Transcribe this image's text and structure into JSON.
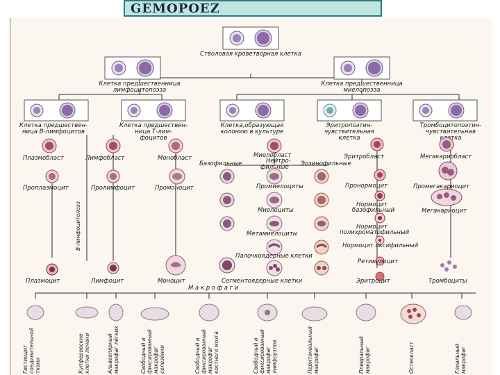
{
  "title": "GEMOPOEZ",
  "top": {
    "label": "Стволовая кроветворная клетка"
  },
  "level2": [
    {
      "key": "lymph",
      "lines": [
        "Клетка предшественница",
        "лимфоцитопоэза"
      ]
    },
    {
      "key": "myelo",
      "lines": [
        "Клетка предшественница",
        "миелопоэза"
      ]
    }
  ],
  "level3": [
    {
      "lines": [
        "Клетка предшествен-",
        "ница В-лимфоцитов"
      ]
    },
    {
      "lines": [
        "Клетка предшествен-",
        "ница Т-лим-",
        "фоцитов"
      ]
    },
    {
      "lines": [
        "Клетка,образующая",
        "колонию в культуре"
      ]
    },
    {
      "lines": [
        "Эритропоэтин-",
        "чувствительная",
        "клетка"
      ]
    },
    {
      "lines": [
        "Тромбоцитопоэтин-",
        "чувствительная",
        "клетка"
      ]
    }
  ],
  "cells": {
    "plasmoblast": "Плазмобласт",
    "lymphoblast": "Лимфобласт",
    "monoblast": "Монобласт",
    "myeloblast": "Миелобласт",
    "erythroblast": "Эритробласт",
    "megakaryoblast": "Мегакариобласт",
    "basophilic": "Базофильные",
    "neutrophilic": [
      "Нейтро-",
      "фильные"
    ],
    "eosinophilic": "Эозинофильные",
    "proplasmocyte": "Проплазмоцит",
    "prolymphocyte": "Пролимфоцит",
    "promonocyte": "Промоноцит",
    "promyelocytes": "Промиелоциты",
    "myelocytes": "Миелоциты",
    "metamyelocytes": "Метамиелоциты",
    "band_cells": "Палочкоядерные клетки",
    "pronormocyte": "Пронормоцит",
    "promegakaryocyte": "Промегакариоцит",
    "basophilic_normocyte": [
      "Нормоцит",
      "базофильный"
    ],
    "megakaryocyte": "Мегакариоцит",
    "polychromatophilic_normocyte": [
      "Нормоцит",
      "полихроматофильный"
    ],
    "oxyphilic_normocyte": "Нормоцит оксифильный",
    "reticulocyte": "Ретикулоцит",
    "plasmocyte": "Плазмоцит",
    "lymphocyte": "Лимфоцит",
    "monocyte": "Моноцит",
    "segmented_cells": "Сегментоядерные клетки",
    "erythrocyte": "Эритроцит",
    "platelets": "Тромбоциты",
    "b_lymphocytopoiesis": "В-лимфоцитопоэз"
  },
  "macrophages_label": "М а к р о ф а г и",
  "macrophages": [
    {
      "lines": [
        "Гистиоцит",
        "соединительной",
        "ткани"
      ]
    },
    {
      "lines": [
        "Купферовские",
        "клетки печени"
      ]
    },
    {
      "lines": [
        "Альвеолярный",
        "макрофаг лёгких"
      ]
    },
    {
      "lines": [
        "Свободный и",
        "фиксированный",
        "макрофаг",
        "селезёнки"
      ]
    },
    {
      "lines": [
        "Свободный и",
        "фиксированный",
        "макрофаг",
        "костного мозга"
      ]
    },
    {
      "lines": [
        "Свободный и",
        "фиксированный",
        "макрофаг",
        "лимфоузлов"
      ]
    },
    {
      "lines": [
        "Перитонеальный",
        "макрофаг"
      ]
    },
    {
      "lines": [
        "Плевральный",
        "макрофаг"
      ]
    },
    {
      "lines": [
        "Остеокласт"
      ]
    },
    {
      "lines": [
        "Глиальный",
        "макрофаг"
      ]
    }
  ],
  "colors": {
    "cell_membrane": "#cfc7d8",
    "nucleus": "#8b6aa6",
    "erythroid": "#c8404a",
    "frame": "#2a7b80"
  }
}
